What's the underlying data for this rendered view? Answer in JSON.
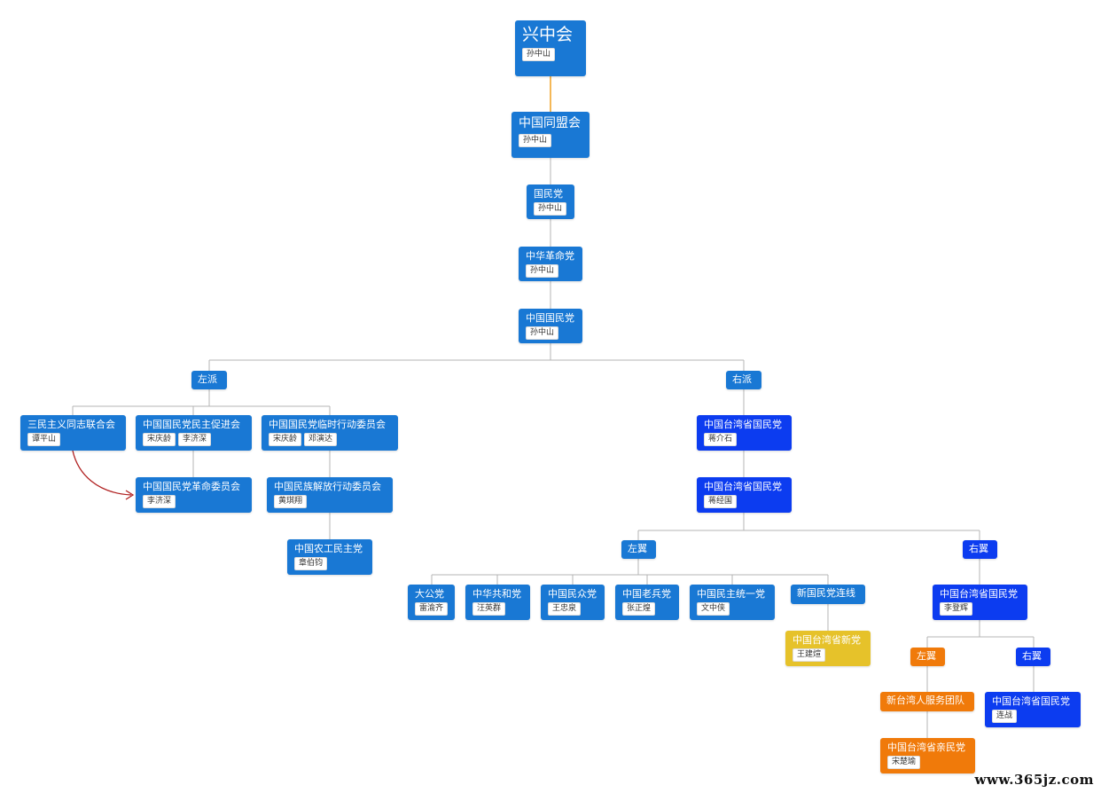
{
  "diagram": {
    "nodes": {
      "xzh": {
        "title": "兴中会",
        "tags": [
          "孙中山"
        ],
        "color": "#1978d4"
      },
      "tmh": {
        "title": "中国同盟会",
        "tags": [
          "孙中山"
        ],
        "color": "#1978d4"
      },
      "gmd": {
        "title": "国民党",
        "tags": [
          "孙中山"
        ],
        "color": "#1978d4"
      },
      "zhgm": {
        "title": "中华革命党",
        "tags": [
          "孙中山"
        ],
        "color": "#1978d4"
      },
      "zggmd": {
        "title": "中国国民党",
        "tags": [
          "孙中山"
        ],
        "color": "#1978d4"
      },
      "zuopai": {
        "title": "左派",
        "color": "#1978d4"
      },
      "youpai": {
        "title": "右派",
        "color": "#1978d4"
      },
      "smzy": {
        "title": "三民主义同志联合会",
        "tags": [
          "谭平山"
        ],
        "color": "#1978d4"
      },
      "mzcj": {
        "title": "中国国民党民主促进会",
        "tags": [
          "宋庆龄",
          "李济深"
        ],
        "color": "#1978d4"
      },
      "lsxd": {
        "title": "中国国民党临时行动委员会",
        "tags": [
          "宋庆龄",
          "邓演达"
        ],
        "color": "#1978d4"
      },
      "gmwy": {
        "title": "中国国民党革命委员会",
        "tags": [
          "李济深"
        ],
        "color": "#1978d4"
      },
      "mzjf": {
        "title": "中国民族解放行动委员会",
        "tags": [
          "黄琪翔"
        ],
        "color": "#1978d4"
      },
      "ngmz": {
        "title": "中国农工民主党",
        "tags": [
          "章伯钧"
        ],
        "color": "#1978d4"
      },
      "tw1": {
        "title": "中国台湾省国民党",
        "tags": [
          "蒋介石"
        ],
        "color": "#0c3cf0"
      },
      "tw2": {
        "title": "中国台湾省国民党",
        "tags": [
          "蒋经国"
        ],
        "color": "#0c3cf0"
      },
      "zuoyi1": {
        "title": "左翼",
        "color": "#1978d4"
      },
      "youyi1": {
        "title": "右翼",
        "color": "#0c3cf0"
      },
      "dgd": {
        "title": "大公党",
        "tags": [
          "雷渝齐"
        ],
        "color": "#1978d4"
      },
      "zhgh": {
        "title": "中华共和党",
        "tags": [
          "汪英群"
        ],
        "color": "#1978d4"
      },
      "mzd": {
        "title": "中国民众党",
        "tags": [
          "王忠泉"
        ],
        "color": "#1978d4"
      },
      "lbd": {
        "title": "中国老兵党",
        "tags": [
          "张正煌"
        ],
        "color": "#1978d4"
      },
      "mzty": {
        "title": "中国民主统一党",
        "tags": [
          "文中侠"
        ],
        "color": "#1978d4"
      },
      "xgmlx": {
        "title": "新国民党连线",
        "color": "#1978d4"
      },
      "xdd": {
        "title": "中国台湾省新党",
        "tags": [
          "王建煊"
        ],
        "color": "#e6c22a"
      },
      "tw3": {
        "title": "中国台湾省国民党",
        "tags": [
          "李登辉"
        ],
        "color": "#0c3cf0"
      },
      "zuoyi2": {
        "title": "左翼",
        "color": "#f07a0a"
      },
      "youyi2": {
        "title": "右翼",
        "color": "#0c3cf0"
      },
      "xtwr": {
        "title": "新台湾人服务团队",
        "color": "#f07a0a"
      },
      "qmd": {
        "title": "中国台湾省亲民党",
        "tags": [
          "宋楚瑜"
        ],
        "color": "#f07a0a"
      },
      "tw4": {
        "title": "中国台湾省国民党",
        "tags": [
          "连战"
        ],
        "color": "#0c3cf0"
      }
    },
    "link_colors": {
      "default": "#b4b4b4",
      "highlight": "#f0a020",
      "arrow": "#b02020"
    }
  },
  "watermark": "www.365jz.com"
}
